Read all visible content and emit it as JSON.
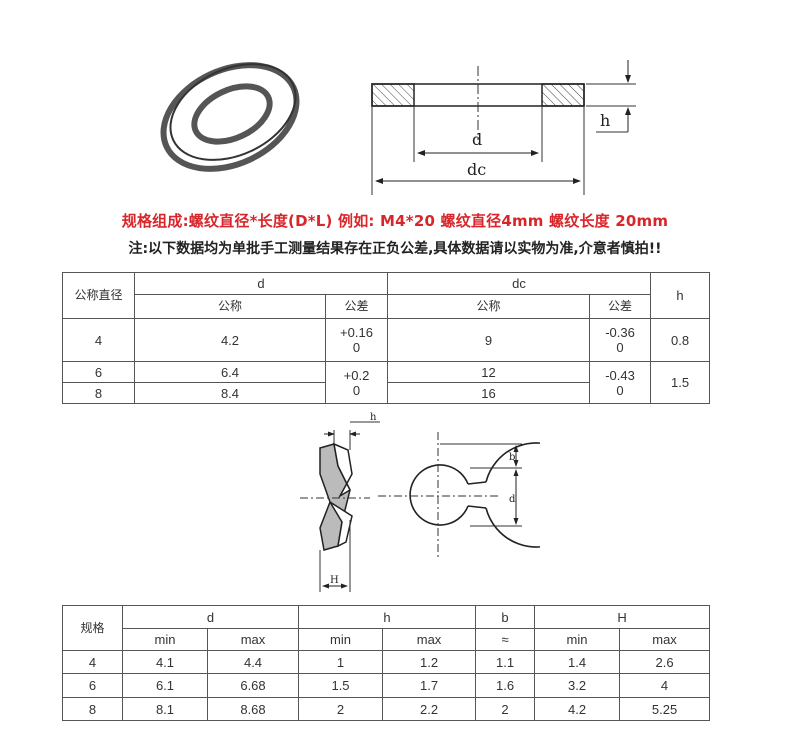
{
  "spec_line": "规格组成:螺纹直径*长度(D*L) 例如: M4*20 螺纹直径4mm 螺纹长度 20mm",
  "note_line": "注:以下数据均为单批手工测量结果存在正负公差,具体数据请以实物为准,介意者慎拍!!",
  "diagram1": {
    "label_d": "d",
    "label_dc": "dc",
    "label_h": "h"
  },
  "diagram2": {
    "label_h": "h",
    "label_b": "b",
    "label_d": "d",
    "label_H": "H"
  },
  "table1": {
    "col_nominal": "公称直径",
    "col_d": "d",
    "col_dc": "dc",
    "col_h": "h",
    "sub_nominal": "公称",
    "sub_tol": "公差",
    "rows": [
      {
        "size": "4",
        "d": "4.2",
        "d_tol_a": "+0.16",
        "d_tol_b": "0",
        "dc": "9",
        "dc_tol_a": "-0.36",
        "dc_tol_b": "0",
        "h": "0.8"
      },
      {
        "size": "6",
        "d": "6.4",
        "dc": "12"
      },
      {
        "size": "8",
        "d": "8.4",
        "dc": "16"
      }
    ],
    "merged": {
      "d_tol_a": "+0.2",
      "d_tol_b": "0",
      "dc_tol_a": "-0.43",
      "dc_tol_b": "0",
      "h": "1.5"
    }
  },
  "table2": {
    "col_spec": "规格",
    "col_d": "d",
    "col_h": "h",
    "col_b": "b",
    "col_H": "H",
    "sub_min": "min",
    "sub_max": "max",
    "sub_approx": "≈",
    "rows": [
      {
        "size": "4",
        "d_min": "4.1",
        "d_max": "4.4",
        "h_min": "1",
        "h_max": "1.2",
        "b": "1.1",
        "H_min": "1.4",
        "H_max": "2.6"
      },
      {
        "size": "6",
        "d_min": "6.1",
        "d_max": "6.68",
        "h_min": "1.5",
        "h_max": "1.7",
        "b": "1.6",
        "H_min": "3.2",
        "H_max": "4"
      },
      {
        "size": "8",
        "d_min": "8.1",
        "d_max": "8.68",
        "h_min": "2",
        "h_max": "2.2",
        "b": "2",
        "H_min": "4.2",
        "H_max": "5.25"
      }
    ]
  }
}
